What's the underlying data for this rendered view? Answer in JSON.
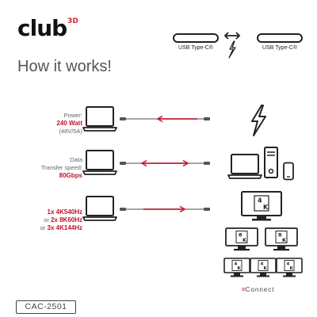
{
  "brand": {
    "name": "club",
    "superscript": "3D"
  },
  "header": {
    "port_left_label": "USB Type-C®",
    "port_right_label": "USB Type-C®"
  },
  "title": "How it works!",
  "specs": {
    "power": {
      "line1": "Power:",
      "highlight": "240 Watt",
      "line3": "(48V/5A)"
    },
    "data": {
      "line1": "Data",
      "line2": "Transfer speed:",
      "highlight": "80Gbps"
    },
    "video": {
      "highlight1": "1x 4K540Hz",
      "prefix2": "or",
      "highlight2": "2x 8K60Hz",
      "prefix3": "or",
      "highlight3": "3x 4K144Hz"
    }
  },
  "monitor_label": {
    "digit": "4",
    "letter": "K",
    "alt_digit": "8"
  },
  "product_code": "CAC-2501",
  "footer": {
    "prefix": "=",
    "word": "Connect"
  },
  "colors": {
    "accent": "#c8102e",
    "ink": "#222222",
    "grey_text": "#666666"
  },
  "icons": [
    "usb-c-port-icon",
    "bidirectional-arrow-icon",
    "lightning-bolt-icon",
    "laptop-icon",
    "desktop-tower-icon",
    "smartphone-icon",
    "monitor-icon"
  ]
}
